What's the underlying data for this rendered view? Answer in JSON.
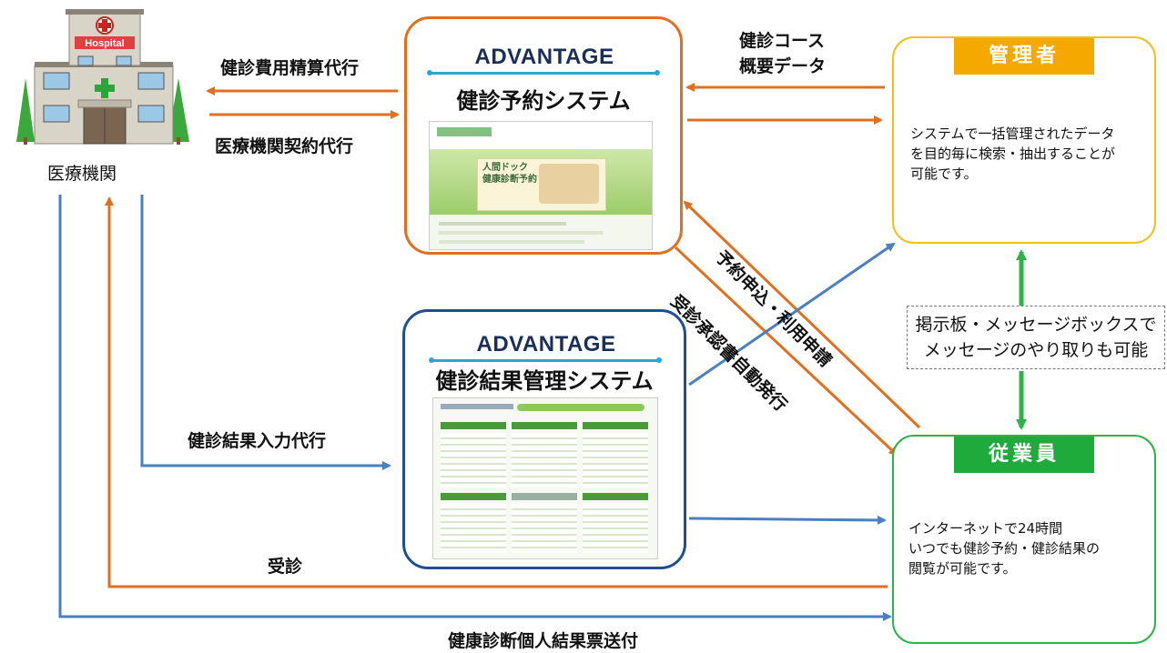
{
  "hospital": {
    "sign": "Hospital",
    "label": "医療機関"
  },
  "reservation_system": {
    "brand": "ADVANTAGE",
    "title": "健診予約システム",
    "screenshot_banner": "人間ドック\n健康診断予約"
  },
  "results_system": {
    "brand": "ADVANTAGE",
    "title": "健診結果管理システム"
  },
  "admin": {
    "title": "管理者",
    "description": "システムで一括管理されたデータを目的毎に検索・抽出することが可能です。"
  },
  "employee": {
    "title": "従業員",
    "description_lines": [
      "インターネットで24時間",
      "いつでも健診予約・健診結果の",
      "閲覧が可能です。"
    ]
  },
  "message_board": {
    "lines": [
      "掲示板・メッセージボックスで",
      "メッセージのやり取りも可能"
    ]
  },
  "flows": {
    "billing_agency": "健診費用精算代行",
    "contract_agency": "医療機関契約代行",
    "course_data_1": "健診コース",
    "course_data_2": "概要データ",
    "reservation_apply": "予約申込・利用申請",
    "approval_issue": "受診承認書自動発行",
    "result_input": "健診結果入力代行",
    "visit": "受診",
    "personal_result_send": "健康診断個人結果票送付"
  },
  "colors": {
    "orange": "#e07020",
    "blue": "#4a7fc0",
    "navy": "#1f4e96",
    "green": "#2db34a",
    "yellow": "#f2c01a",
    "badge_orange": "#f5a800",
    "badge_green": "#1faa3c"
  }
}
